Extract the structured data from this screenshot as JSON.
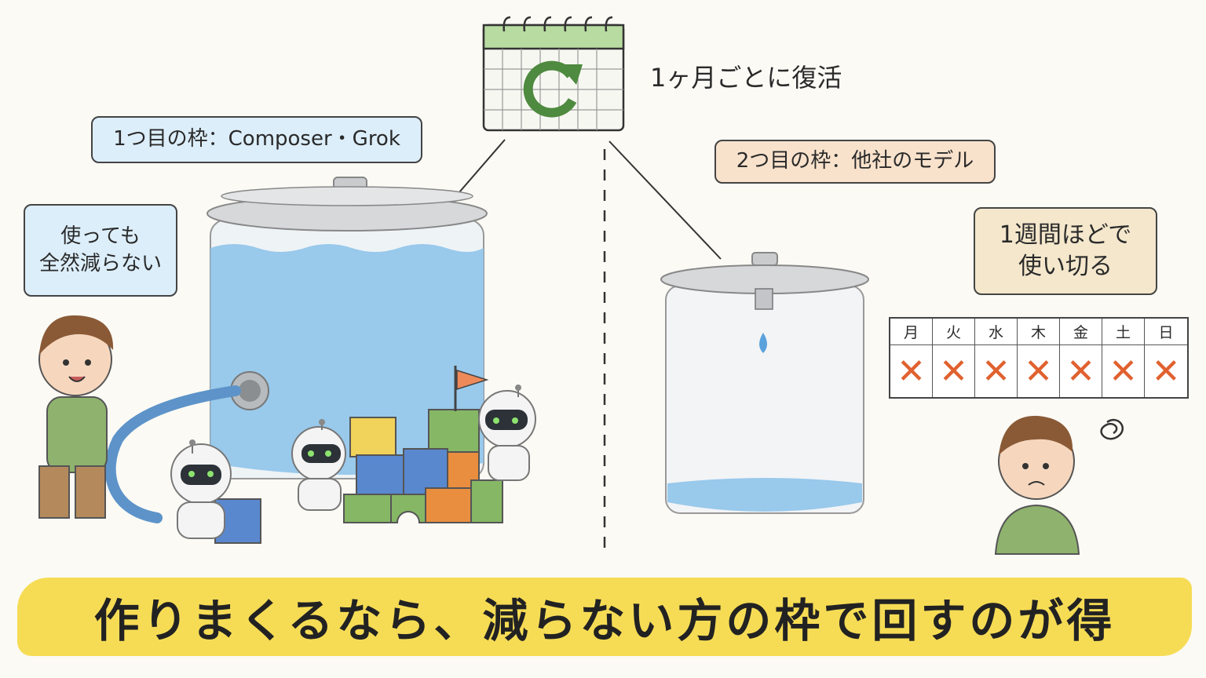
{
  "calendar": {
    "caption": "1ヶ月ごとに復活",
    "icon": "refresh-calendar-icon",
    "accent": "#4e8a3f"
  },
  "left": {
    "frame_label": "1つ目の枠：Composer・Grok",
    "speech": [
      "使っても",
      "全然減らない"
    ],
    "tank_fill": 0.85,
    "colors": {
      "water": "#8fc4ea",
      "label_bg": "#dceefa"
    }
  },
  "right": {
    "frame_label": "2つ目の枠：他社のモデル",
    "speech": [
      "1週間ほどで",
      "使い切る"
    ],
    "tank_fill": 0.08,
    "week_days": [
      "月",
      "火",
      "水",
      "木",
      "金",
      "土",
      "日"
    ],
    "day_mark": "✕",
    "colors": {
      "label_bg": "#f8e2cc",
      "mark": "#e0612f"
    }
  },
  "banner": {
    "text": "作りまくるなら、減らない方の枠で回すのが得",
    "color": "#f6dc55"
  }
}
